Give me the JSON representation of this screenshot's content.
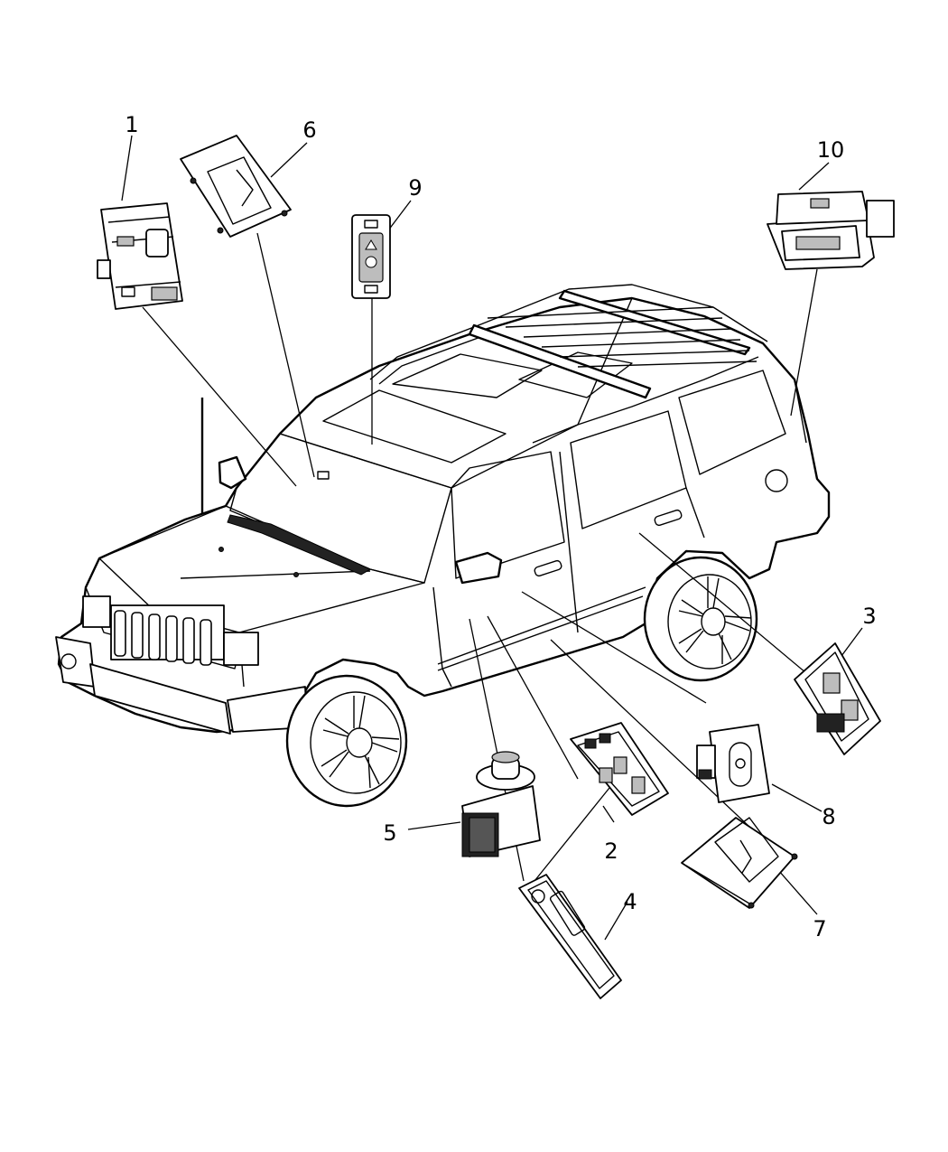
{
  "callouts": [
    "1",
    "2",
    "3",
    "4",
    "5",
    "6",
    "7",
    "8",
    "9",
    "10"
  ],
  "colors": {
    "line": "#000000",
    "background": "#ffffff"
  }
}
